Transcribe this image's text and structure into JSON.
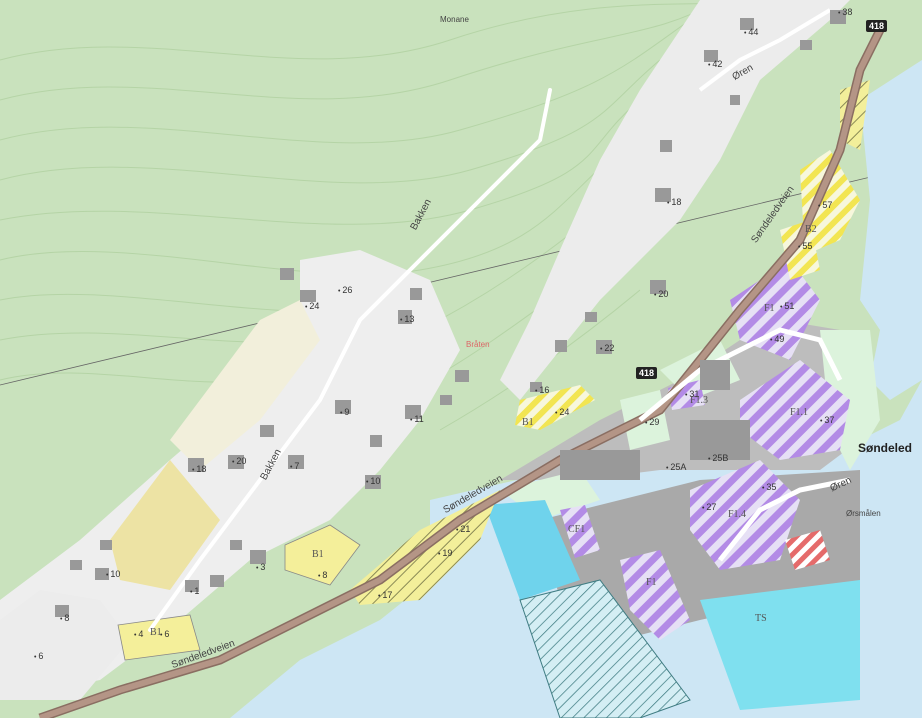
{
  "map": {
    "place_names": {
      "monane": "Monane",
      "braten": "Bråten",
      "sondeled": "Søndeled",
      "orsmalen": "Ørsmålen"
    },
    "roads": {
      "bakken_1": "Bakken",
      "bakken_2": "Bakken",
      "oren_1": "Øren",
      "oren_2": "Øren",
      "sondeledveien_1": "Søndeledveien",
      "sondeledveien_2": "Søndeledveien",
      "sondeledveien_3": "Søndeledveien"
    },
    "road_shields": [
      "418",
      "418"
    ],
    "address_numbers": [
      "38",
      "44",
      "42",
      "18",
      "57",
      "55",
      "20",
      "51",
      "49",
      "26",
      "24",
      "13",
      "22",
      "16",
      "24",
      "31",
      "29",
      "37",
      "9",
      "11",
      "18",
      "20",
      "7",
      "10",
      "25A",
      "25B",
      "35",
      "27",
      "21",
      "19",
      "17",
      "8",
      "3",
      "10",
      "1",
      "8",
      "4",
      "6",
      "6"
    ],
    "zone_labels": {
      "b1": "B1",
      "b2": "B2",
      "b3": "B1",
      "b4": "B1",
      "cf": "CF1",
      "f1": "F1",
      "f2": "F1",
      "f3": "F1.4",
      "f4": "F1.1",
      "f5": "F1.3",
      "ts": "TS"
    }
  }
}
